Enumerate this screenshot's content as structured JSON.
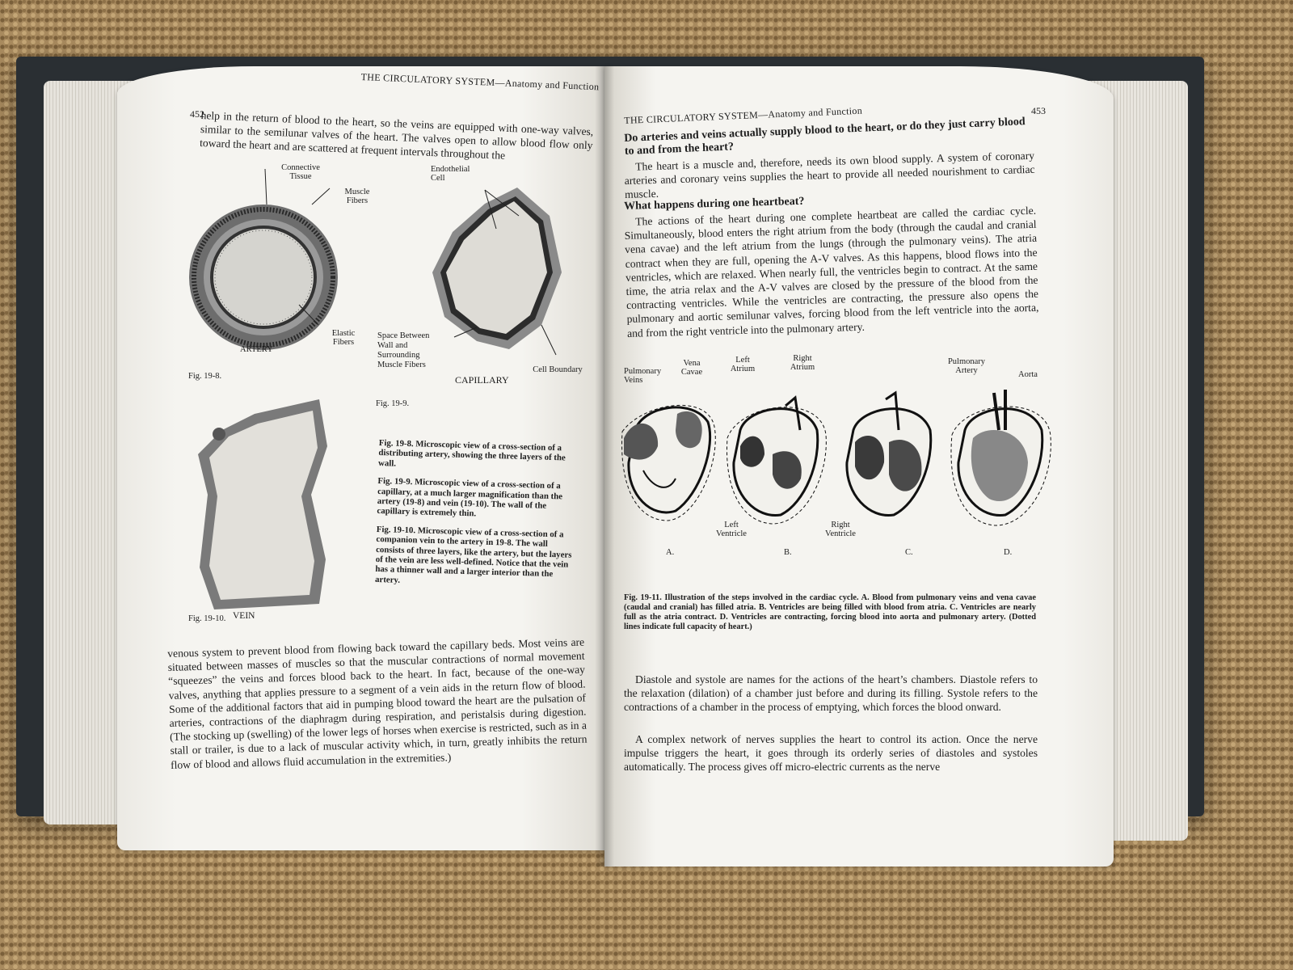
{
  "left_page": {
    "running_head": "THE CIRCULATORY SYSTEM—Anatomy and Function",
    "page_number": "452",
    "top_text": "help in the return of blood to the heart, so the veins are equipped with one-way valves, similar to the semilunar valves of the heart. The valves open to allow blood flow only toward the heart and are scattered at frequent intervals throughout the",
    "artery_figure": {
      "labels": {
        "connective_tissue": "Connective Tissue",
        "muscle_fibers": "Muscle Fibers",
        "elastic_fibers": "Elastic Fibers",
        "title": "ARTERY"
      },
      "fig_id": "Fig. 19-8."
    },
    "capillary_figure": {
      "labels": {
        "endothelial_cell": "Endothelial Cell",
        "space": "Space Between Wall and Surrounding Muscle Fibers",
        "cell_boundary": "Cell Boundary",
        "title": "CAPILLARY"
      },
      "fig_id": "Fig. 19-9."
    },
    "vein_figure": {
      "fig_id": "Fig. 19-10.",
      "title": "VEIN"
    },
    "captions": {
      "fig_19_8": "Fig. 19-8. Microscopic view of a cross-section of a distributing artery, showing the three layers of the wall.",
      "fig_19_9": "Fig. 19-9. Microscopic view of a cross-section of a capillary, at a much larger magnification than the artery (19-8) and vein (19-10). The wall of the capillary is extremely thin.",
      "fig_19_10": "Fig. 19-10. Microscopic view of a cross-section of a companion vein to the artery in 19-8. The wall consists of three layers, like the artery, but the layers of the vein are less well-defined. Notice that the vein has a thinner wall and a larger interior than the artery."
    },
    "bottom_text": "venous system to prevent blood from flowing back toward the capillary beds. Most veins are situated between masses of muscles so that the muscular contractions of normal movement “squeezes” the veins and forces blood back to the heart. In fact, because of the one-way valves, anything that applies pressure to a segment of a vein aids in the return flow of blood. Some of the additional factors that aid in pumping blood toward the heart are the pulsation of arteries, contractions of the diaphragm during respiration, and peristalsis during digestion. (The stocking up (swelling) of the lower legs of horses when exercise is restricted, such as in a stall or trailer, is due to a lack of muscular activity which, in turn, greatly inhibits the return flow of blood and allows fluid accumulation in the extremities.)"
  },
  "right_page": {
    "running_head": "THE CIRCULATORY SYSTEM—Anatomy and Function",
    "page_number": "453",
    "heading_1": "Do arteries and veins actually supply blood to the heart, or do they just carry blood to and from the heart?",
    "para_1": "The heart is a muscle and, therefore, needs its own blood supply. A system of coronary arteries and coronary veins supplies the heart to provide all needed nourishment to cardiac muscle.",
    "heading_2": "What happens during one heartbeat?",
    "para_2": "The actions of the heart during one complete heartbeat are called the cardiac cycle. Simultaneously, blood enters the right atrium from the body (through the caudal and cranial vena cavae) and the left atrium from the lungs (through the pulmonary veins). The atria contract when they are full, opening the A-V valves. As this happens, blood flows into the ventricles, which are relaxed. When nearly full, the ventricles begin to contract. At the same time, the atria relax and the A-V valves are closed by the pressure of the blood from the contracting ventricles. While the ventricles are contracting, the pressure also opens the pulmonary and aortic semilunar valves, forcing blood from the left ventricle into the aorta, and from the right ventricle into the pulmonary artery.",
    "heart_figure": {
      "labels": {
        "pulmonary_veins": "Pulmonary Veins",
        "vena_cavae": "Vena Cavae",
        "left_atrium": "Left Atrium",
        "right_atrium": "Right Atrium",
        "pulmonary_artery": "Pulmonary Artery",
        "aorta": "Aorta",
        "left_ventricle": "Left Ventricle",
        "right_ventricle": "Right Ventricle"
      },
      "panel_letters": [
        "A.",
        "B.",
        "C.",
        "D."
      ]
    },
    "caption_19_11": "Fig. 19-11. Illustration of the steps involved in the cardiac cycle. A. Blood from pulmonary veins and vena cavae (caudal and cranial) has filled atria. B. Ventricles are being filled with blood from atria. C. Ventricles are nearly full as the atria contract. D. Ventricles are contracting, forcing blood into aorta and pulmonary artery. (Dotted lines indicate full capacity of heart.)",
    "para_3": "Diastole and systole are names for the actions of the heart’s chambers. Diastole refers to the relaxation (dilation) of a chamber just before and during its filling. Systole refers to the contractions of a chamber in the process of emptying, which forces the blood onward.",
    "para_4": "A complex network of nerves supplies the heart to control its action. Once the nerve impulse triggers the heart, it goes through its orderly series of diastoles and systoles automatically. The process gives off micro-electric currents as the nerve"
  }
}
